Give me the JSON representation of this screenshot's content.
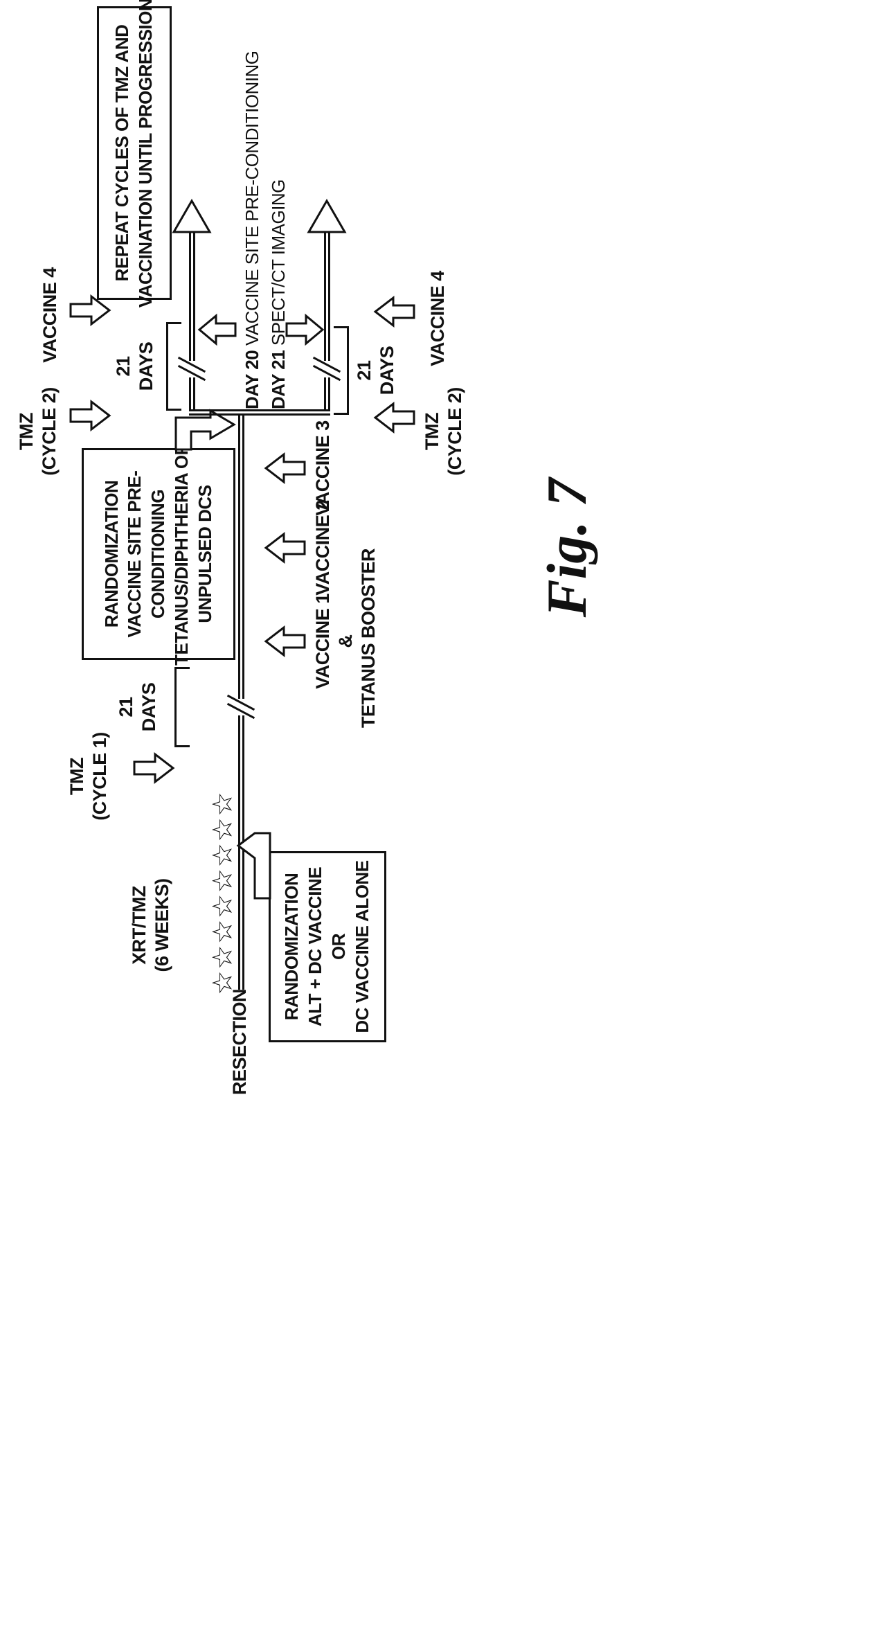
{
  "figure_label": "Fig. 7",
  "colors": {
    "ink": "#111111",
    "background": "#ffffff"
  },
  "timeline": {
    "resection_label": "RESECTION",
    "radiation": {
      "symbol": "☆",
      "label": [
        "XRT/TMZ",
        "(6 WEEKS)"
      ]
    },
    "randomization_arm_box": {
      "title": "RANDOMIZATION",
      "lines": [
        "ALT + DC VACCINE",
        "OR",
        "DC VACCINE ALONE"
      ]
    },
    "tmz_cycle1_label": [
      "TMZ",
      "(CYCLE 1)"
    ],
    "interval_label": [
      "21",
      "DAYS"
    ],
    "preconditioning_box": {
      "title": "RANDOMIZATION",
      "lines": [
        "VACCINE SITE PRE-",
        "CONDITIONING",
        "TETANUS/DIPHTHERIA OR",
        "UNPULSED DCS"
      ]
    },
    "vaccine1_label": [
      "VACCINE 1",
      "&",
      "TETANUS BOOSTER"
    ],
    "vaccine2_label": "VACCINE 2",
    "vaccine3_label": "VACCINE 3"
  },
  "upper_branch": {
    "tmz_cycle2_label": [
      "TMZ",
      "(CYCLE 2)"
    ],
    "vaccine4_label": "VACCINE 4",
    "interval_label": [
      "21",
      "DAYS"
    ]
  },
  "lower_branch": {
    "tmz_cycle2_label": [
      "TMZ",
      "(CYCLE 2)"
    ],
    "vaccine4_label": "VACCINE 4",
    "interval_label": [
      "21",
      "DAYS"
    ]
  },
  "cycle_annotation": {
    "line1_day": "DAY 20",
    "line1_text": " VACCINE SITE PRE-CONDITIONING",
    "line2_day": "DAY 21",
    "line2_text": " SPECT/CT IMAGING"
  },
  "repeat_box": {
    "lines": [
      "REPEAT CYCLES OF TMZ AND",
      "VACCINATION UNTIL PROGRESSION"
    ]
  }
}
